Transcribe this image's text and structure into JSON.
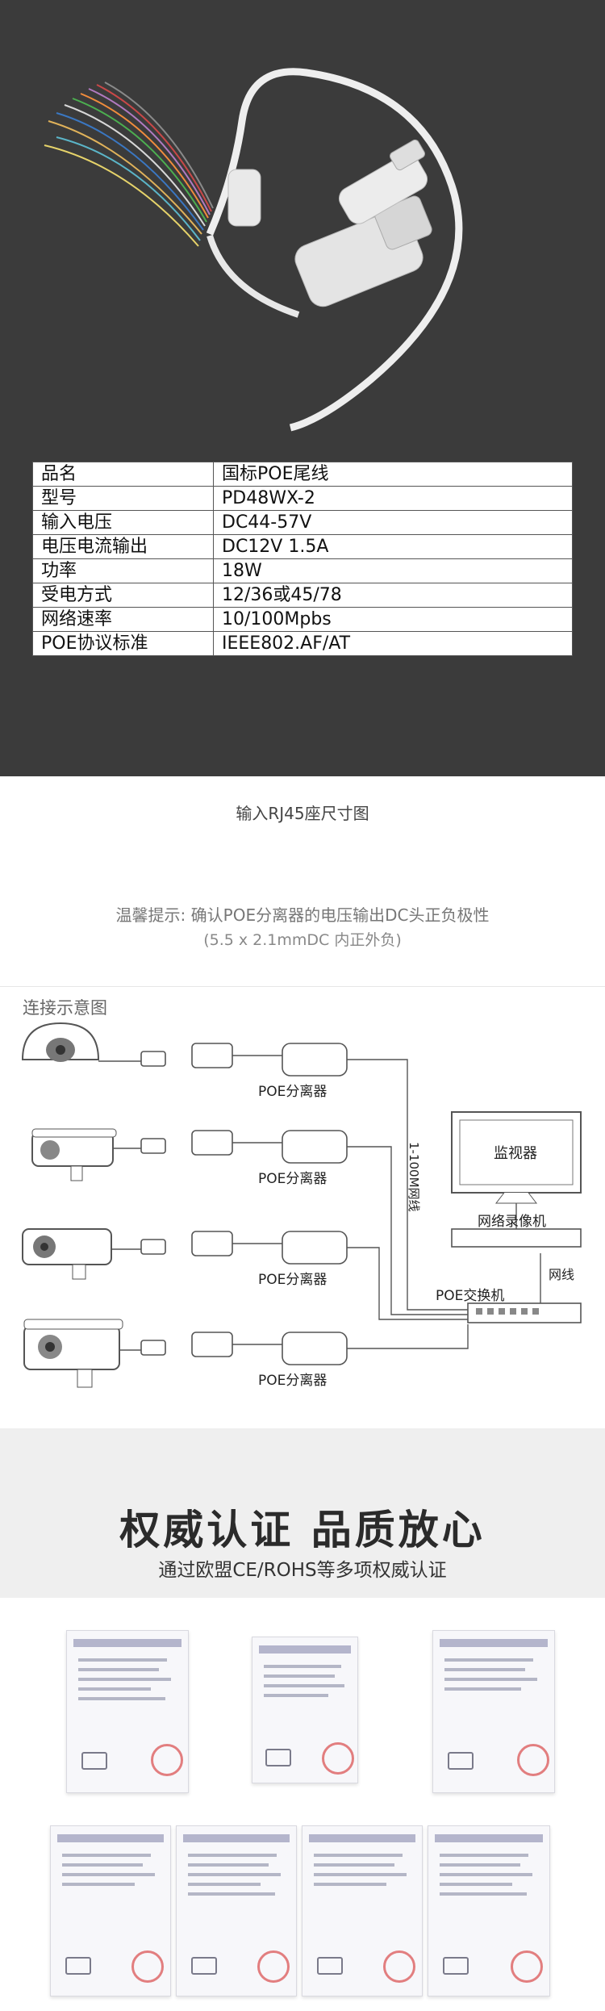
{
  "specs": [
    {
      "key": "品名",
      "value": "国标POE尾线"
    },
    {
      "key": "型号",
      "value": "PD48WX-2"
    },
    {
      "key": "输入电压",
      "value": "DC44-57V"
    },
    {
      "key": "电压电流输出",
      "value": "DC12V 1.5A"
    },
    {
      "key": "功率",
      "value": "18W"
    },
    {
      "key": "受电方式",
      "value": "12/36或45/78"
    },
    {
      "key": "网络速率",
      "value": "10/100Mpbs"
    },
    {
      "key": "POE协议标准",
      "value": "IEEE802.AF/AT"
    }
  ],
  "rj45_title": "输入RJ45座尺寸图",
  "tip": {
    "line1": "温馨提示: 确认POE分离器的电压输出DC头正负极性",
    "line2": "(5.5 x 2.1mmDC 内正外负)"
  },
  "connection": {
    "title": "连接示意图",
    "splitter_label": "POE分离器",
    "monitor_label": "监视器",
    "nvr_label": "网络录像机",
    "switch_label": "POE交换机",
    "cable_label": "1-100M网线",
    "network_label": "网线"
  },
  "certification": {
    "title": "权威认证 品质放心",
    "subtitle": "通过欧盟CE/ROHS等多项权威认证"
  },
  "colors": {
    "dark_bg": "#3b3b3b",
    "banner_bg": "#efefef",
    "seal_red": "#d94a4a"
  }
}
